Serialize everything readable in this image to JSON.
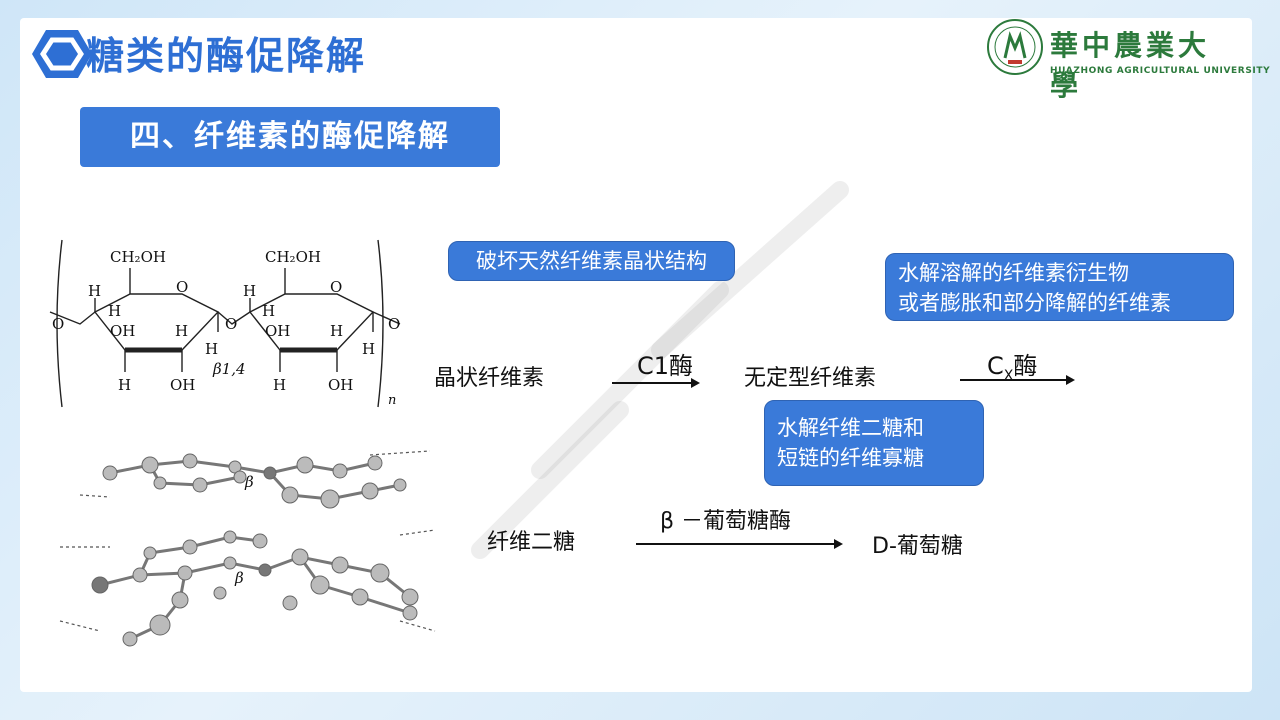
{
  "header": {
    "title": "糖类的酶促降解"
  },
  "logo": {
    "name": "華中農業大學",
    "subtitle": "HUAZHONG AGRICULTURAL UNIVERSITY"
  },
  "section": {
    "title": "四、纤维素的酶促降解"
  },
  "structure": {
    "ch2oh_left": "CH₂OH",
    "ch2oh_right": "CH₂OH",
    "oh": "OH",
    "h": "H",
    "o": "O",
    "bond": "β1,4",
    "n": "n",
    "beta": "β"
  },
  "flow": {
    "crystal_cellulose": "晶状纤维素",
    "c1_enzyme": "C1酶",
    "amorphous_cellulose": "无定型纤维素",
    "cx_enzyme_c": "C",
    "cx_enzyme_sub": "X",
    "cx_enzyme_suffix": "酶",
    "cellobiose": "纤维二糖",
    "beta_glucosidase": "β －葡萄糖酶",
    "d_glucose": "D-葡萄糖"
  },
  "callouts": {
    "c1": "破坏天然纤维素晶状结构",
    "cx_line1": "水解溶解的纤维素衍生物",
    "cx_line2": "或者膨胀和部分降解的纤维素",
    "beta_line1": "水解纤维二糖和",
    "beta_line2": "短链的纤维寡糖"
  },
  "colors": {
    "accent": "#3a7ad9",
    "title": "#2e6fd4",
    "logo": "#2c7a3c"
  }
}
